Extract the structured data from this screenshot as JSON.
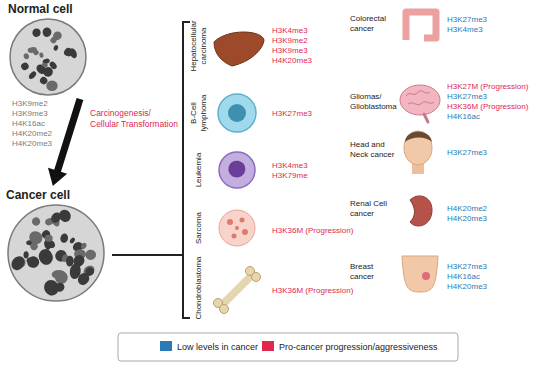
{
  "diagram": {
    "nodes": [
      {
        "text": [
          "Normal cell"
        ]
      },
      {
        "text": [
          "Cancer cell"
        ]
      }
    ],
    "edges": [
      {
        "from": 0,
        "to": 1,
        "arrow": "to",
        "label": "Carcinogenesis/ Cellular Transformation"
      }
    ],
    "labels": [
      "H3K9me2 H3K9me3 H4K16ac H4K20me2 H4K20me3",
      "Hepatocellular carcinoma",
      "H3K4me3",
      "H3K9me2",
      "H3K9me3",
      "H4K20me3",
      "B-Cell lymphoma",
      "H3K27me3",
      "Leukemia",
      "H3K4me3",
      "H3K79me",
      "Sarcoma",
      "H3K36M (Progression)",
      "Chondroblastoma",
      "H3K36M (Progression)",
      "Colorectal cancer",
      "H3K27me3",
      "H3K4me3",
      "Gliomas/ Glioblastoma",
      "H3K27M (Progression)",
      "H3K27me3",
      "H3K36M (Progression)",
      "H4K16ac",
      "Head and Neck cancer",
      "H3K27me3",
      "Renal Cell cancer",
      "H4K20me2",
      "H4K20me3",
      "Breast cancer",
      "H3K27me3",
      "H4K16ac",
      "H4K20me3"
    ],
    "legend": [
      {
        "text": "Low levels in cancer",
        "color": "#2a7ab8"
      },
      {
        "text": "Pro-cancer progression/aggressiveness",
        "color": "#e0284f"
      }
    ]
  }
}
